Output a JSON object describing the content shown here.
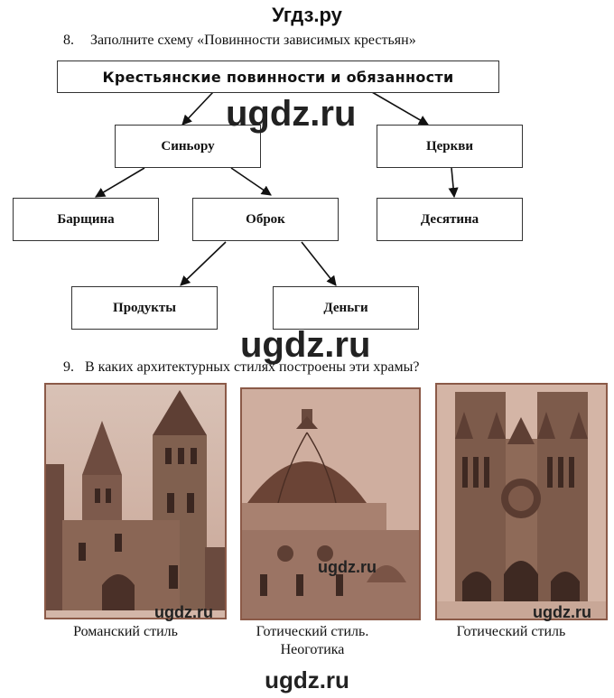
{
  "header": {
    "site_title": "Угдз.ру"
  },
  "task8": {
    "number": "8.",
    "text": "Заполните схему «Повинности зависимых крестьян»",
    "scheme": {
      "root": "Крестьянские повинности и обязанности",
      "lord": "Синьору",
      "church": "Церкви",
      "corvee": "Барщина",
      "quitrent": "Оброк",
      "tithe": "Десятина",
      "products": "Продукты",
      "money": "Деньги"
    }
  },
  "task9": {
    "number": "9.",
    "text": "В каких архитектурных стилях построены эти храмы?",
    "captions": {
      "photo1": "Романский стиль",
      "photo2_line1": "Готический стиль.",
      "photo2_line2": "Неоготика",
      "photo3": "Готический стиль"
    }
  },
  "watermarks": {
    "wm1": "ugdz.ru",
    "wm2": "ugdz.ru",
    "wm3": "ugdz.ru",
    "wm4": "ugdz.ru",
    "wm5": "ugdz.ru",
    "wm6": "ugdz.ru"
  },
  "colors": {
    "photo_tint": "#b08676",
    "photo_border": "#8b5a48"
  }
}
